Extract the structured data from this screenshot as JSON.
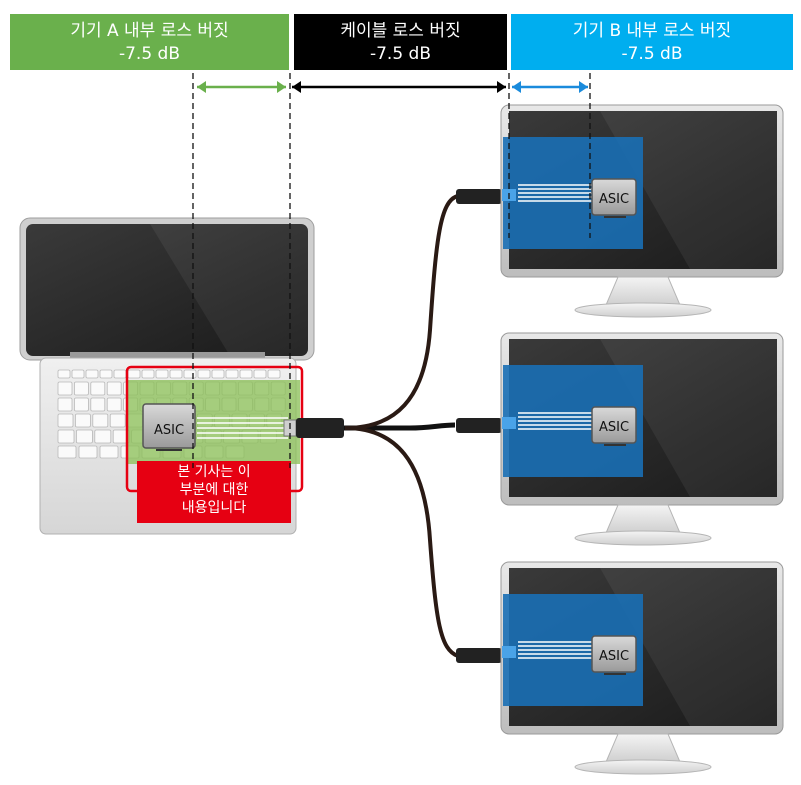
{
  "headers": {
    "device_a": {
      "title": "기기 A 내부 로스 버짓",
      "value": "-7.5 dB",
      "color": "#6ab04c"
    },
    "cable": {
      "title": "케이블 로스 버짓",
      "value": "-7.5 dB",
      "color": "#000000"
    },
    "device_b": {
      "title": "기기 B 내부 로스 버짓",
      "value": "-7.5 dB",
      "color": "#00aeef"
    }
  },
  "laptop": {
    "asic_label": "ASIC"
  },
  "monitors": [
    {
      "asic_label": "ASIC"
    },
    {
      "asic_label": "ASIC"
    },
    {
      "asic_label": "ASIC"
    }
  ],
  "note": {
    "lines": [
      "본 기사는 이",
      "부분에 대한",
      "내용입니다"
    ],
    "color": "#e60012"
  },
  "colors": {
    "green_arrow": "#6ab04c",
    "blue_arrow": "#1a8bdc",
    "highlight_blue": "#1a6fb5",
    "highlight_green": "#8dc05a"
  }
}
